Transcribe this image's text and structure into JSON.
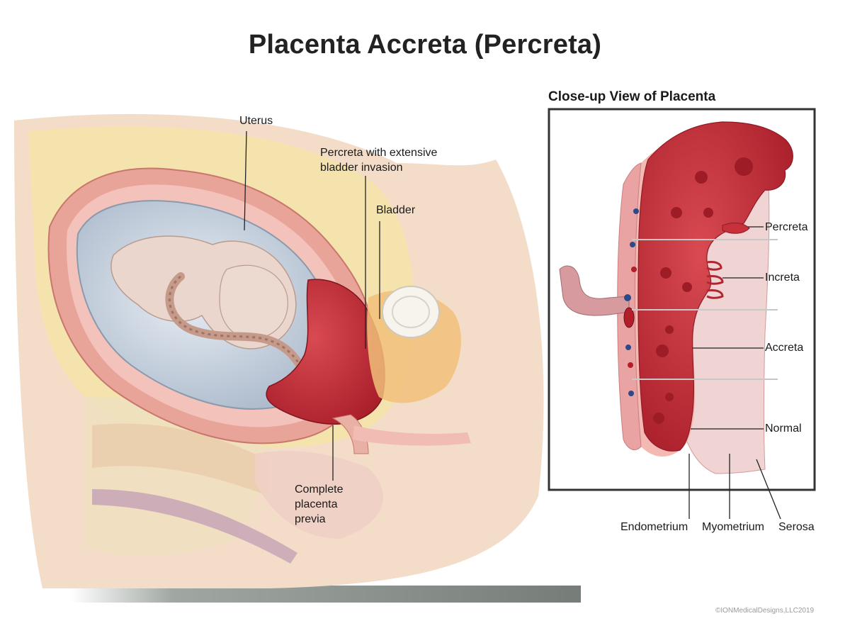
{
  "title": "Placenta Accreta (Percreta)",
  "closeup_title": "Close-up View of Placenta",
  "left_labels": {
    "uterus": "Uterus",
    "percreta_line1": "Percreta with extensive",
    "percreta_line2": "bladder invasion",
    "bladder": "Bladder",
    "previa_line1": "Complete",
    "previa_line2": "placenta",
    "previa_line3": "previa"
  },
  "closeup_labels": {
    "percreta": "Percreta",
    "increta": "Increta",
    "accreta": "Accreta",
    "normal": "Normal",
    "endometrium": "Endometrium",
    "myometrium": "Myometrium",
    "serosa": "Serosa"
  },
  "copyright": "©IONMedicalDesigns,LLC2019",
  "colors": {
    "placenta": "#c8303a",
    "placenta_dark": "#9e1c25",
    "uterine_wall": "#e8a39a",
    "skin": "#f2dcc8",
    "fat": "#f3e0a6",
    "amniotic": "#c8d3e0",
    "fetus": "#ead7cd",
    "frame": "#333333"
  }
}
